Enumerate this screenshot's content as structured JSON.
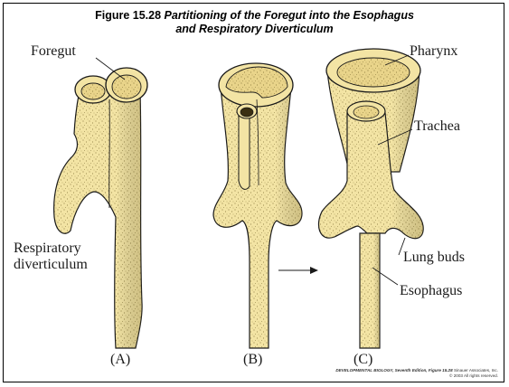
{
  "figure": {
    "number": "Figure 15.28",
    "title_line1": "Partitioning of the Foregut into the Esophagus",
    "title_line2": "and Respiratory Diverticulum"
  },
  "labels": {
    "foregut": "Foregut",
    "respiratory_line1": "Respiratory",
    "respiratory_line2": "diverticulum",
    "pharynx": "Pharynx",
    "trachea": "Trachea",
    "lung_buds": "Lung buds",
    "esophagus": "Esophagus"
  },
  "panels": [
    "(A)",
    "(B)",
    "(C)"
  ],
  "credit": {
    "book": "DEVELOPMENTAL BIOLOGY, Seventh Edition, Figure 15.28",
    "publisher": "Sinauer Associates, Inc.",
    "copyright": "© 2003 All rights reserved."
  },
  "colors": {
    "tissue": "#f3e4a4",
    "outline": "#1a1a1a",
    "interior": "#e9d48a"
  }
}
